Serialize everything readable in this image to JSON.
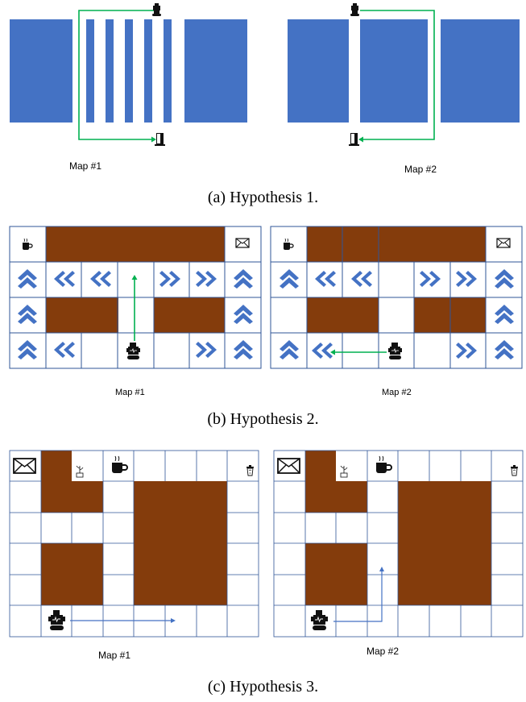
{
  "colors": {
    "shelf": "#4472C4",
    "wall": "#843C0C",
    "grid": "#2F5597",
    "arrow_blue": "#4472C4",
    "path_green": "#00B050",
    "path_blue": "#4472C4"
  },
  "panel_a": {
    "map1_label": "Map #1",
    "map2_label": "Map #2",
    "caption": "(a) Hypothesis 1."
  },
  "panel_b": {
    "map1_label": "Map #1",
    "map2_label": "Map #2",
    "caption": "(b) Hypothesis 2.",
    "arrow_glyph_left": "«",
    "arrow_glyph_right": "»",
    "arrow_glyph_up": "⌃"
  },
  "panel_c": {
    "map1_label": "Map #1",
    "map2_label": "Map #2",
    "caption": "(c) Hypothesis 3."
  },
  "icons": [
    "robot-icon",
    "door-icon",
    "coffee-icon",
    "mail-icon",
    "plant-icon",
    "trash-icon",
    "up-chevron-icon",
    "left-chevron-icon",
    "right-chevron-icon"
  ]
}
